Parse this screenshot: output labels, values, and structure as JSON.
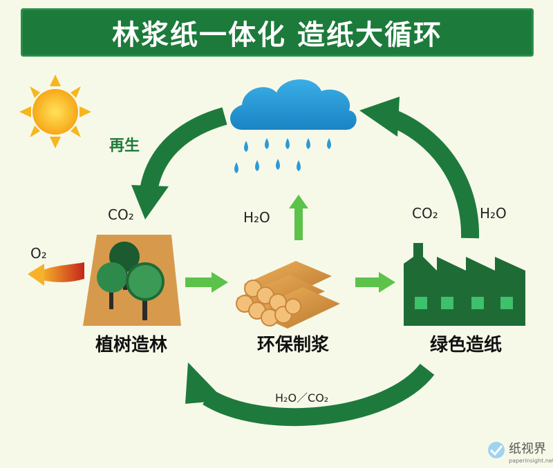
{
  "title": "林浆纸一体化  造纸大循环",
  "labels": {
    "regenerate": "再生",
    "co2_left": "CO₂",
    "o2": "O₂",
    "h2o_center": "H₂O",
    "co2_right": "CO₂",
    "h2o_right": "H₂O",
    "bottom_flow": "H₂O／CO₂"
  },
  "nodes": {
    "forest": "植树造林",
    "pulp": "环保制浆",
    "paper": "绿色造纸"
  },
  "watermark": "纸视界",
  "watermark_url": "paperinsight.net",
  "colors": {
    "banner": "#1c7a3a",
    "arrow_dark": "#1e7a3c",
    "arrow_light": "#5cc24a",
    "cloud": "#2a9bd6",
    "factory": "#1e6b36",
    "trunk": "#d79a4d"
  }
}
